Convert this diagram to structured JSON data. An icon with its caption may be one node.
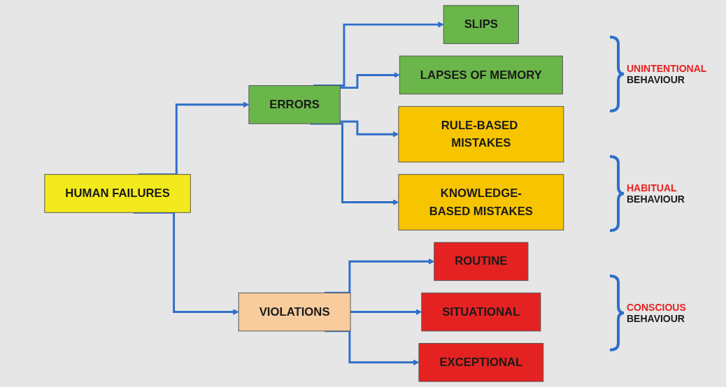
{
  "diagram": {
    "nodes": [
      {
        "text": [
          "HUMAN FAILURES"
        ]
      },
      {
        "text": [
          "ERRORS"
        ]
      },
      {
        "text": [
          "VIOLATIONS"
        ]
      },
      {
        "text": [
          "SLIPS"
        ]
      },
      {
        "text": [
          "LAPSES OF MEMORY"
        ]
      },
      {
        "text": [
          "RULE-BASED MISTAKES"
        ]
      },
      {
        "text": [
          "KNOWLEDGE-BASED MISTAKES"
        ]
      },
      {
        "text": [
          "ROUTINE"
        ]
      },
      {
        "text": [
          "SITUATIONAL"
        ]
      },
      {
        "text": [
          "EXCEPTIONAL"
        ]
      }
    ],
    "edges": [
      {
        "from": 0,
        "to": 1,
        "arrow": "to"
      },
      {
        "from": 0,
        "to": 2,
        "arrow": "to"
      },
      {
        "from": 1,
        "to": 3,
        "arrow": "to"
      },
      {
        "from": 1,
        "to": 4,
        "arrow": "to"
      },
      {
        "from": 1,
        "to": 5,
        "arrow": "to"
      },
      {
        "from": 1,
        "to": 6,
        "arrow": "to"
      },
      {
        "from": 2,
        "to": 7,
        "arrow": "to"
      },
      {
        "from": 2,
        "to": 8,
        "arrow": "to"
      },
      {
        "from": 2,
        "to": 9,
        "arrow": "to"
      }
    ],
    "labels": [
      "UNINTENTIONAL",
      "BEHAVIOUR",
      "HABITUAL",
      "BEHAVIOUR",
      "CONSCIOUS",
      "BEHAVIOUR"
    ]
  }
}
